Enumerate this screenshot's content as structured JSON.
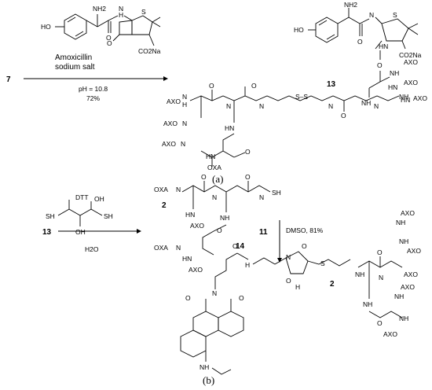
{
  "scheme": {
    "reaction_a": {
      "reagent_name": [
        "Amoxicillin",
        "sodium salt"
      ],
      "starting_compound": "7",
      "conditions": [
        "pH = 10.8",
        "72%"
      ],
      "product_compound": "13",
      "panel_label": "(a)"
    },
    "reaction_b": {
      "reagent_name": "DTT",
      "starting_compound": "13",
      "solvent": "H2O",
      "intermediate_compound": "14",
      "intermediate_prefix": "2"
    },
    "reaction_c": {
      "reagent_compound": "11",
      "conditions": "DMSO, 81%",
      "product_compound": "2",
      "panel_label": "(b)"
    },
    "atom_labels": {
      "nh2": "NH2",
      "ho": "HO",
      "oh": "OH",
      "s": "S",
      "n": "N",
      "h": "H",
      "co2na": "CO2Na",
      "o": "O",
      "sh": "SH",
      "ss": "S–S",
      "axo": "AXO",
      "oxa": "OXA",
      "hn": "HN",
      "nh": "NH"
    }
  }
}
